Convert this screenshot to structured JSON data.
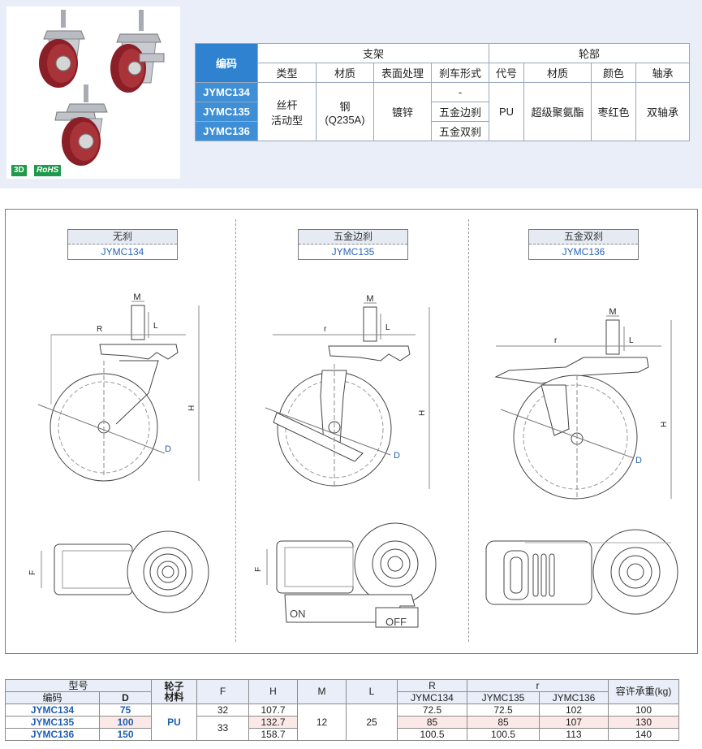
{
  "colors": {
    "accent": "#2e82cf",
    "panel_bg": "#e9eef8",
    "code_text": "#1f5fb4",
    "wheel_red": "#8b1f28"
  },
  "badges": {
    "three_d": "3D",
    "rohs": "RoHS"
  },
  "spec": {
    "h_code": "编码",
    "h_bracket": "支架",
    "h_wheel": "轮部",
    "sub_type": "类型",
    "sub_material": "材质",
    "sub_surface": "表面处理",
    "sub_brake": "刹车形式",
    "sub_code": "代号",
    "sub_wheel_material": "材质",
    "sub_color": "颜色",
    "sub_bearing": "轴承",
    "codes": [
      "JYMC134",
      "JYMC135",
      "JYMC136"
    ],
    "type_l1": "丝杆",
    "type_l2": "活动型",
    "mat_l1": "钢",
    "mat_l2": "(Q235A)",
    "surface": "镀锌",
    "brakes": [
      "-",
      "五金边刹",
      "五金双刹"
    ],
    "wheel_code": "PU",
    "wheel_material": "超级聚氨酯",
    "wheel_color": "枣红色",
    "bearing": "双轴承"
  },
  "drawings": [
    {
      "brake": "无刹",
      "code": "JYMC134",
      "radius_label": "R"
    },
    {
      "brake": "五金边刹",
      "code": "JYMC135",
      "radius_label": "r"
    },
    {
      "brake": "五金双刹",
      "code": "JYMC136",
      "radius_label": "r"
    }
  ],
  "dim_labels": {
    "m": "M",
    "l": "L",
    "h": "H",
    "d": "D",
    "f": "F",
    "on": "ON",
    "off": "OFF"
  },
  "dims": {
    "headers": {
      "model": "型号",
      "code": "编码",
      "d": "D",
      "wheel_mat_l1": "轮子",
      "wheel_mat_l2": "材料",
      "f": "F",
      "h": "H",
      "m": "M",
      "l": "L",
      "R": "R",
      "r": "r",
      "r_134": "JYMC134",
      "r_135": "JYMC135",
      "r_136": "JYMC136",
      "load": "容许承重(kg)"
    },
    "rows": [
      {
        "code": "JYMC134",
        "d": "75",
        "h": "107.7",
        "R": "72.5",
        "r135": "72.5",
        "r136": "102",
        "load": "100"
      },
      {
        "code": "JYMC135",
        "d": "100",
        "h": "132.7",
        "R": "85",
        "r135": "85",
        "r136": "107",
        "load": "130"
      },
      {
        "code": "JYMC136",
        "d": "150",
        "h": "158.7",
        "R": "100.5",
        "r135": "100.5",
        "r136": "113",
        "load": "140"
      }
    ],
    "wheel_material": "PU",
    "f1": "32",
    "f2": "33",
    "m": "12",
    "l": "25"
  }
}
